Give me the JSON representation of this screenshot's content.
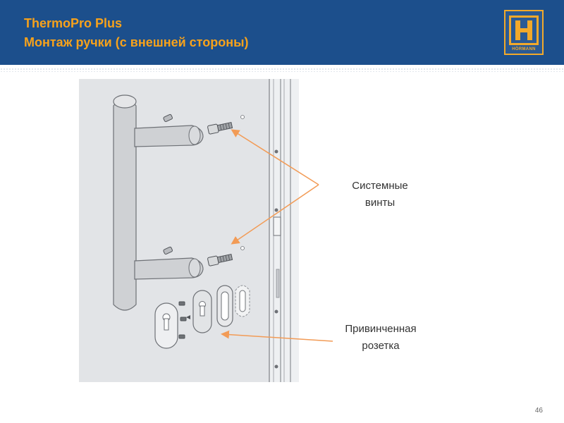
{
  "header": {
    "title_line1": "ThermoPro Plus",
    "title_line2": "Монтаж ручки (с внешней стороны)"
  },
  "logo": {
    "brand_text": "HÖRMANN",
    "icon": "hormann-h-logo-icon"
  },
  "labels": {
    "screws_line1": "Системные",
    "screws_line2": "винты",
    "rosette_line1": "Привинченная",
    "rosette_line2": "розетка"
  },
  "page_number": "46",
  "colors": {
    "header_bg": "#1c4f8c",
    "title": "#f7a21b",
    "arrow": "#f29b56",
    "panel": "#e2e4e7",
    "handle": "#cfd1d4"
  }
}
